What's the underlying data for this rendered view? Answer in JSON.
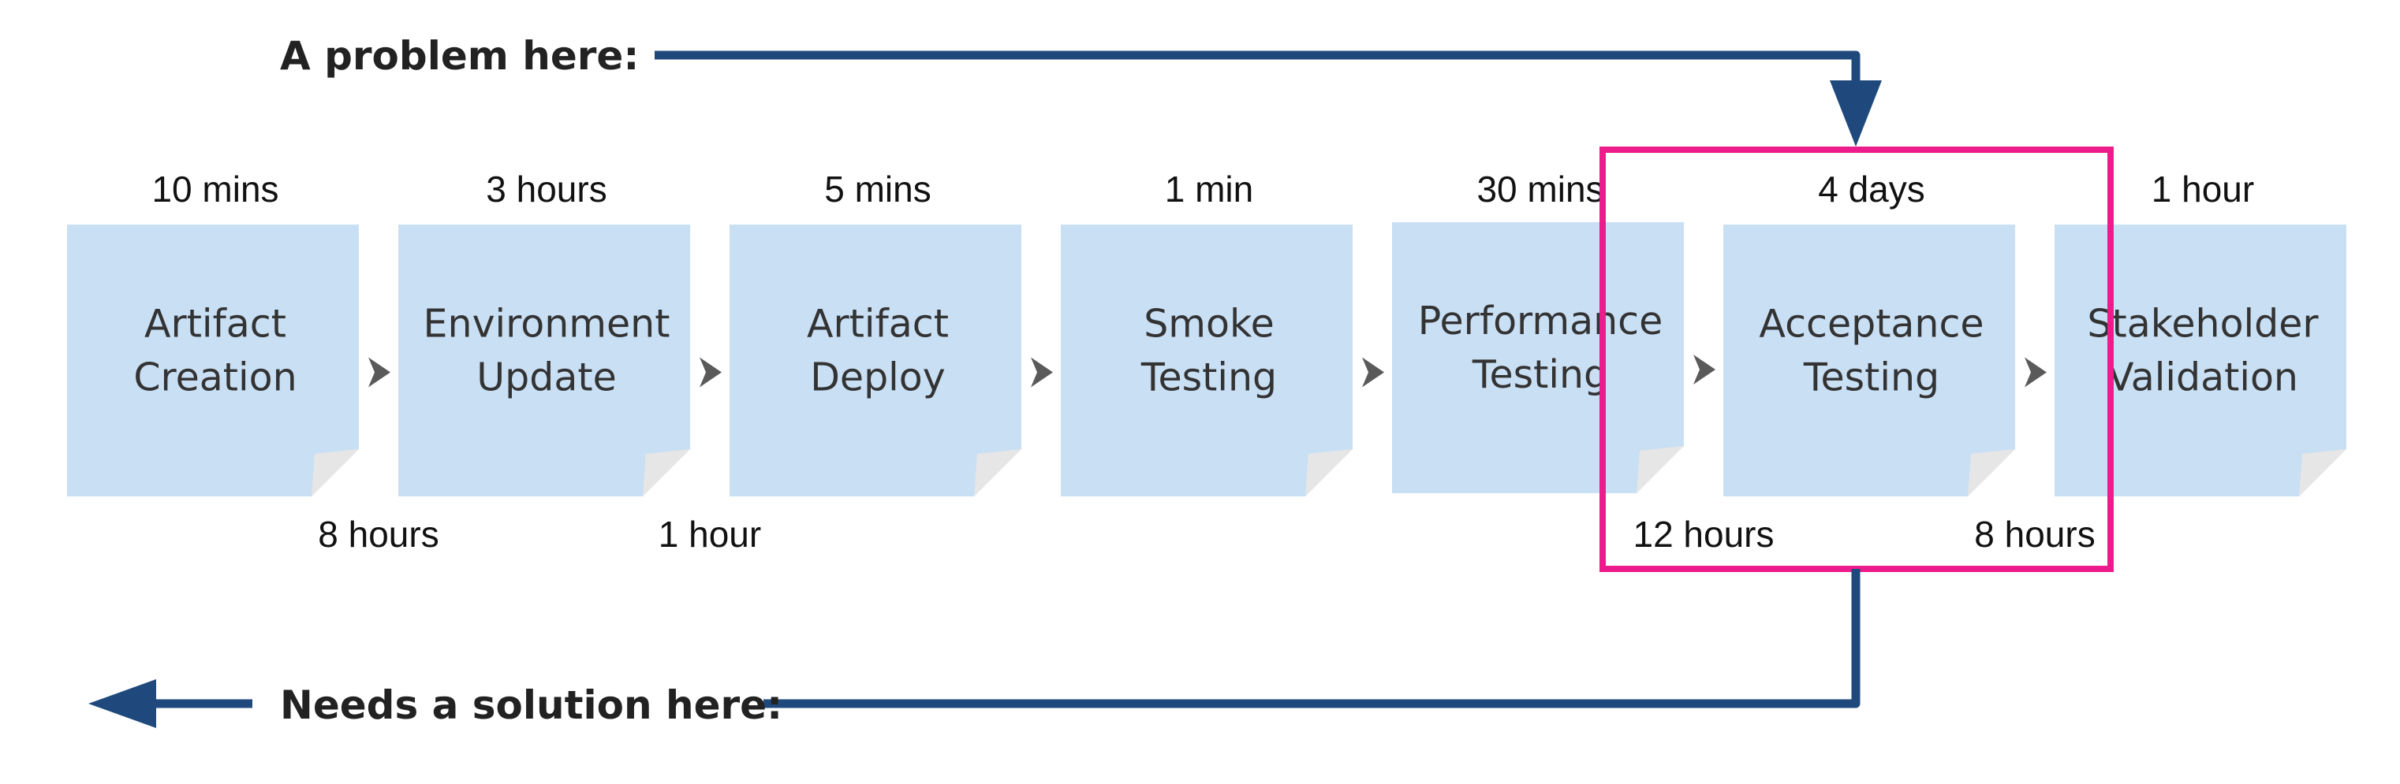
{
  "headings": {
    "problem": "A problem here:",
    "solution": "Needs a solution here:"
  },
  "steps": [
    {
      "line1": "Artifact",
      "line2": "Creation",
      "duration": "10 mins"
    },
    {
      "line1": "Environment",
      "line2": "Update",
      "duration": "3 hours"
    },
    {
      "line1": "Artifact",
      "line2": "Deploy",
      "duration": "5 mins"
    },
    {
      "line1": "Smoke",
      "line2": "Testing",
      "duration": "1 min"
    },
    {
      "line1": "Performance",
      "line2": "Testing",
      "duration": "30 mins"
    },
    {
      "line1": "Acceptance",
      "line2": "Testing",
      "duration": "4 days"
    },
    {
      "line1": "Stakeholder",
      "line2": "Validation",
      "duration": "1 hour"
    }
  ],
  "waits": [
    "8 hours",
    "1 hour",
    "",
    "",
    "12 hours",
    "8 hours"
  ],
  "colors": {
    "note": "#c9dff4",
    "fold": "#e6e6e6",
    "arrow": "#1f497d",
    "highlight": "#ec1c8c",
    "chevron": "#5a5a5a"
  }
}
